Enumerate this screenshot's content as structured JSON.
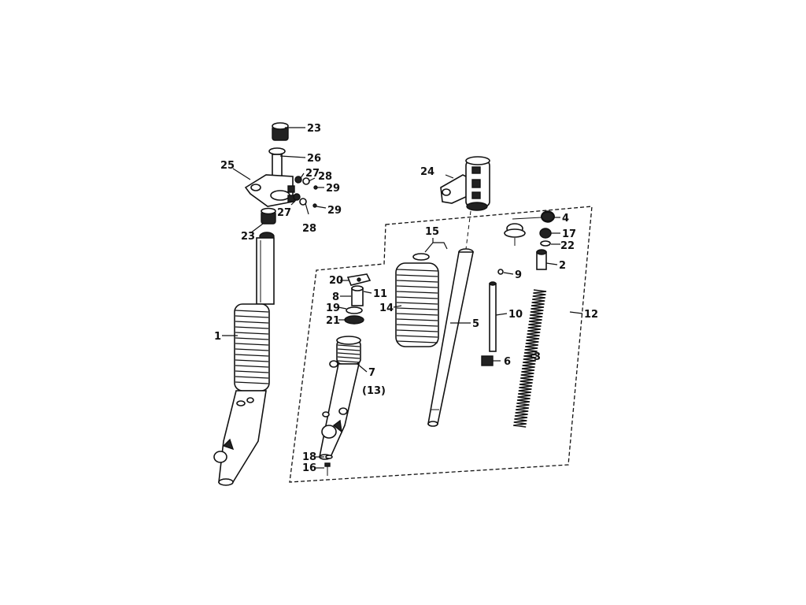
{
  "diagram": {
    "labels": {
      "p1": "1",
      "p2": "2",
      "p3": "3",
      "p4": "4",
      "p5": "5",
      "p6": "6",
      "p7": "7",
      "p13": "(13)",
      "p8": "8",
      "p9": "9",
      "p10": "10",
      "p11": "11",
      "p12": "12",
      "p14": "14",
      "p15": "15",
      "p16": "16",
      "p17": "17",
      "p18": "18",
      "p19": "19",
      "p20": "20",
      "p21": "21",
      "p22": "22",
      "p23a": "23",
      "p23b": "23",
      "p24": "24",
      "p25": "25",
      "p26": "26",
      "p27a": "27",
      "p27b": "27",
      "p28a": "28",
      "p28b": "28",
      "p29a": "29",
      "p29b": "29"
    }
  }
}
